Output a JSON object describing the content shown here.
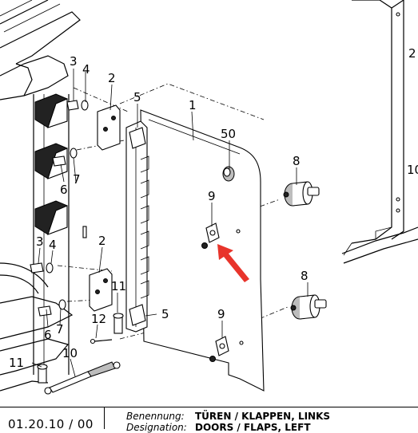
{
  "callouts": {
    "c1": "1",
    "c2a": "2",
    "c2b": "2",
    "c2r": "2",
    "c3a": "3",
    "c3b": "3",
    "c4a": "4",
    "c4b": "4",
    "c5a": "5",
    "c5b": "5",
    "c6a": "6",
    "c6b": "6",
    "c7a": "7",
    "c7b": "7",
    "c8a": "8",
    "c8b": "8",
    "c9a": "9",
    "c9b": "9",
    "c10": "10",
    "c10r": "10",
    "c11a": "11",
    "c11b": "11",
    "c12": "12",
    "c50": "50"
  },
  "title_block": {
    "drawing_number": "01.20.10 / 00",
    "label_de": "Benennung:",
    "value_de": "TÜREN / KLAPPEN, LINKS",
    "label_en": "Designation:",
    "value_en": "DOORS / FLAPS, LEFT"
  },
  "colors": {
    "ink": "#000000",
    "highlight_arrow": "#e8342b",
    "shading": "#bdbdbd"
  }
}
